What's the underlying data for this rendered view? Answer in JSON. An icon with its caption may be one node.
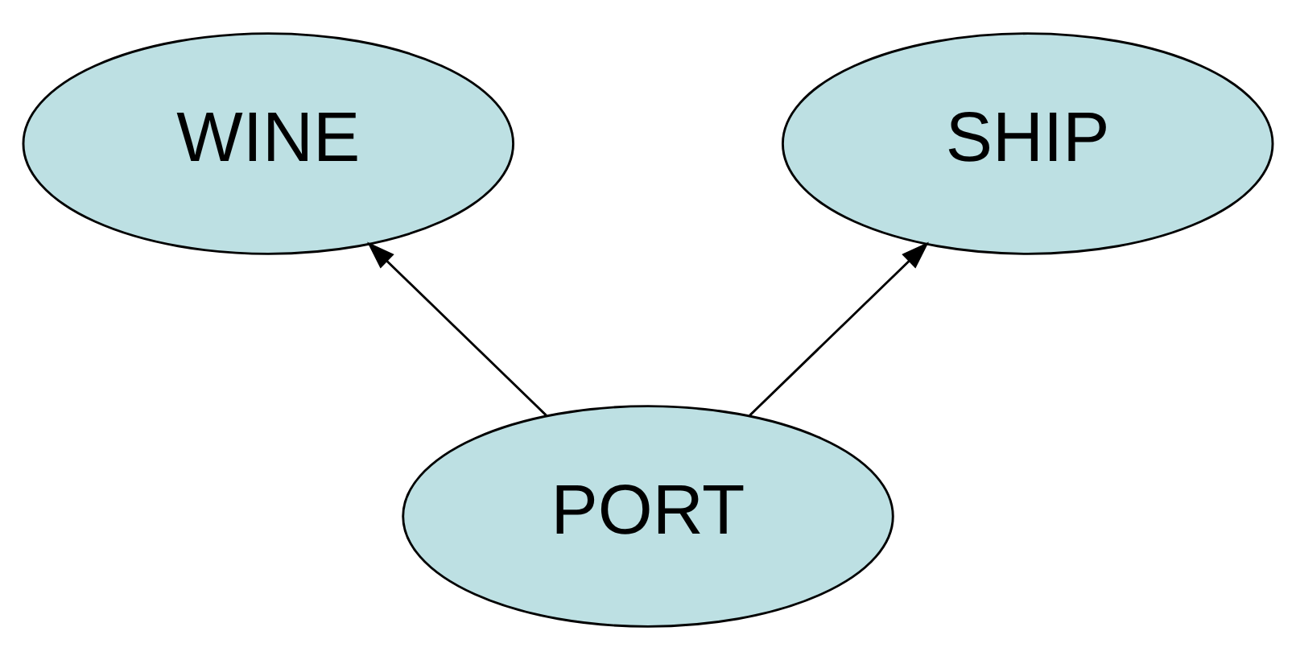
{
  "diagram": {
    "nodes": [
      {
        "text": [
          "WINE"
        ]
      },
      {
        "text": [
          "SHIP"
        ]
      },
      {
        "text": [
          "PORT"
        ]
      }
    ],
    "edges": [
      {
        "from": 2,
        "to": 0,
        "arrow": "to"
      },
      {
        "from": 2,
        "to": 1,
        "arrow": "to"
      }
    ]
  }
}
